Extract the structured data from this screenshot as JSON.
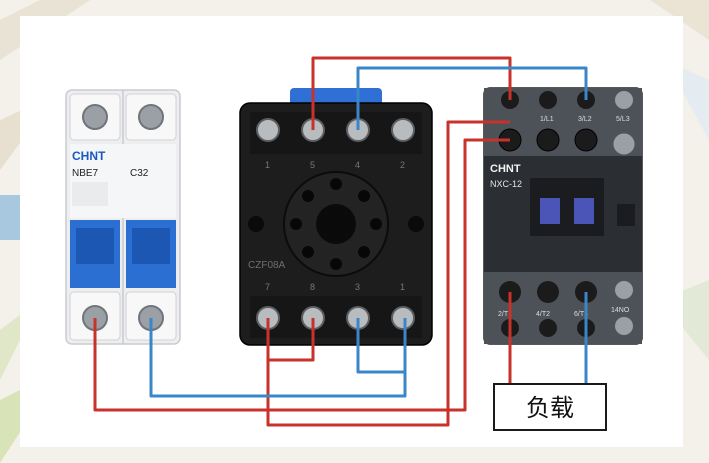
{
  "breaker": {
    "brand": "CHNT",
    "model": "NBE7",
    "rating": "C32"
  },
  "relay_base": {
    "model": "CZF08A",
    "top_terminals": [
      "1",
      "5",
      "4",
      "2"
    ],
    "bottom_terminals": [
      "7",
      "8",
      "3",
      "1"
    ]
  },
  "contactor": {
    "brand": "CHNT",
    "model": "NXC-12",
    "top_terminals": [
      "1/L1",
      "3/L2",
      "5/L3"
    ],
    "bottom_terminals": [
      "2/T1",
      "4/T2",
      "6/T3"
    ],
    "aux_label": "14NO"
  },
  "load": {
    "label": "负载"
  },
  "colors": {
    "red_wire": "#c8322a",
    "blue_wire": "#3a86c8",
    "breaker_blue": "#1f6fd0",
    "base_black": "#1b1b1b",
    "contactor_gray": "#4a4f55"
  }
}
